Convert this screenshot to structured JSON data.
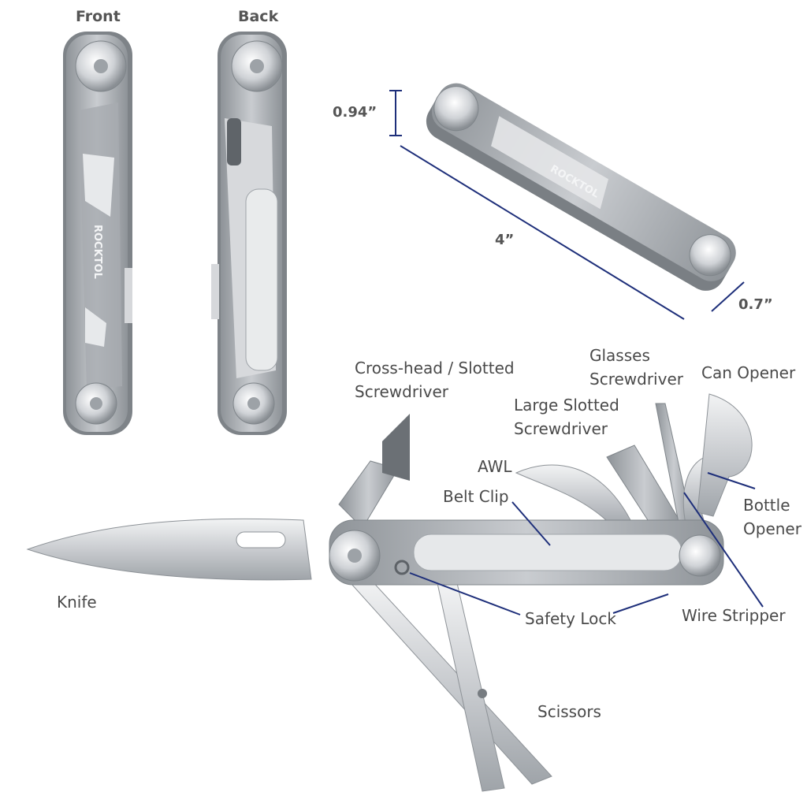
{
  "views": {
    "front_label": "Front",
    "back_label": "Back"
  },
  "brand": "ROCKTOL",
  "dimensions": {
    "thickness": "0.94”",
    "length": "4”",
    "width": "0.7”"
  },
  "tools": {
    "cross_head": [
      "Cross-head / Slotted",
      "Screwdriver"
    ],
    "glasses": [
      "Glasses",
      "Screwdriver"
    ],
    "can_opener": "Can Opener",
    "large_slotted": [
      "Large Slotted",
      "Screwdriver"
    ],
    "awl": "AWL",
    "belt_clip": "Belt Clip",
    "bottle_opener": [
      "Bottle",
      "Opener"
    ],
    "knife": "Knife",
    "safety_lock": "Safety Lock",
    "wire_stripper": "Wire Stripper",
    "scissors": "Scissors"
  },
  "colors": {
    "steel": "#b8bcc0",
    "steel_dark": "#8b9095",
    "dimension_line": "#1e2f7a",
    "label_text": "#4a4a4a"
  }
}
